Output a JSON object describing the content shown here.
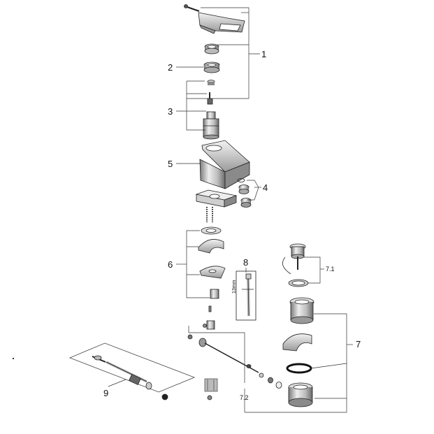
{
  "diagram": {
    "callouts": {
      "c1": "1",
      "c2": "2",
      "c3": "3",
      "c4": "4",
      "c5": "5",
      "c6": "6",
      "c7": "7",
      "c7_1": "7.1",
      "c7_2": "7.2",
      "c8": "8",
      "c9": "9"
    },
    "wrench_marking": "13mm"
  },
  "colors": {
    "line": "#222222",
    "part_fill": "#d9d9d9",
    "part_dark": "#555555",
    "background": "#ffffff"
  }
}
